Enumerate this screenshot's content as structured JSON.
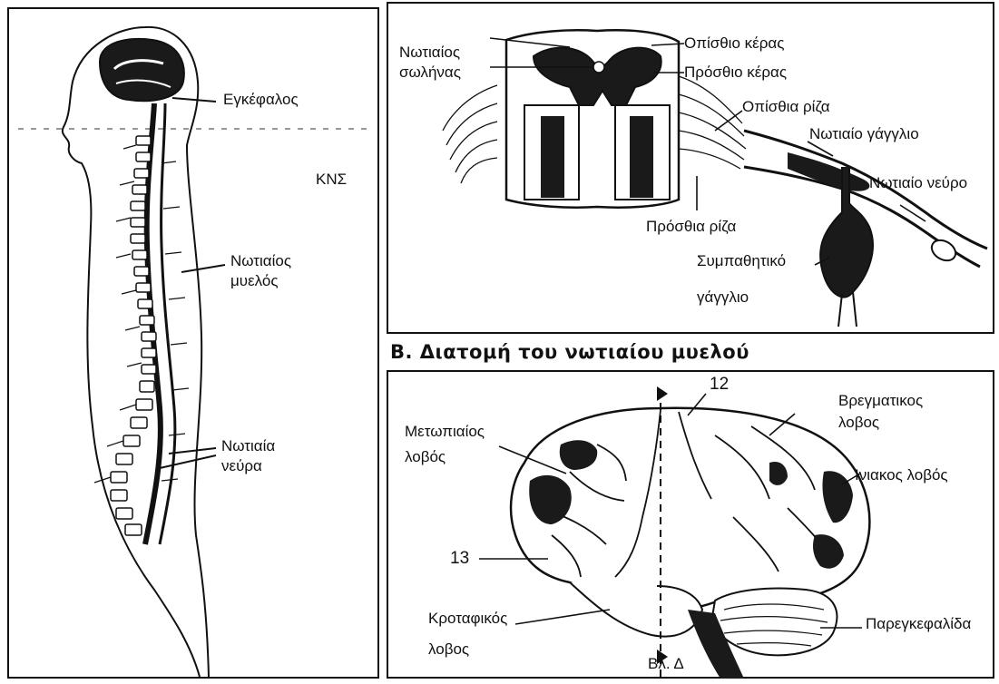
{
  "figure_a": {
    "brain": "Εγκέφαλος",
    "cns": "ΚΝΣ",
    "spinal_cord": [
      "Νωτιαίος",
      "μυελός"
    ],
    "spinal_nerves": [
      "Νωτιαία",
      "νεύρα"
    ]
  },
  "figure_b": {
    "caption": "Β.  Διατομή του νωτιαίου μυελού",
    "central_canal": [
      "Νωτιαίος",
      "σωλήνας"
    ],
    "posterior_horn": "Οπίσθιο κέρας",
    "anterior_horn": "Πρόσθιο κέρας",
    "posterior_root": "Οπίσθια ρίζα",
    "spinal_ganglion": "Νωτιαίο γάγγλιο",
    "spinal_nerve": "Νωτιαίο νεύρο",
    "anterior_root": "Πρόσθια ρίζα",
    "sympathetic_ganglion": [
      "Συμπαθητικό",
      "γάγγλιο"
    ]
  },
  "figure_c": {
    "number_top": "12",
    "number_left": "13",
    "parietal_lobe": [
      "Βρεγματικος",
      "λοβος"
    ],
    "frontal_lobe": [
      "Μετωπιαίος",
      "λοβός"
    ],
    "occipital_lobe": "Ινιακος λοβός",
    "temporal_lobe": [
      "Κροταφικός",
      "λοβος"
    ],
    "cerebellum": "Παρεγκεφαλίδα",
    "reference": "Βλ. Δ"
  }
}
